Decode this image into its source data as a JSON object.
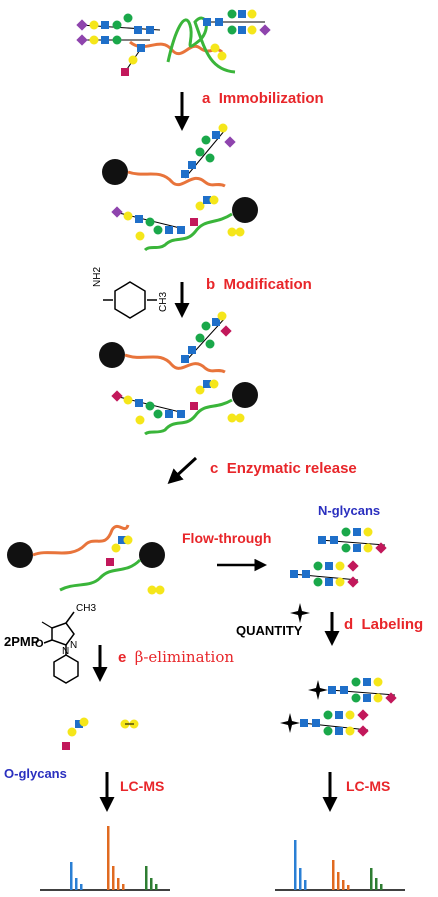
{
  "steps": {
    "a": {
      "letter": "a",
      "label": "Immobilization"
    },
    "b": {
      "letter": "b",
      "label": "Modification"
    },
    "c": {
      "letter": "c",
      "label": "Enzymatic release"
    },
    "d": {
      "letter": "d",
      "label": "Labeling"
    },
    "e": {
      "letter": "e",
      "label": "β-elimination"
    }
  },
  "labels": {
    "flow_through": "Flow-through",
    "n_glycans": "N-glycans",
    "o_glycans": "O-glycans",
    "quantity": "QUANTITY",
    "pmp": "2PMP",
    "lcms_left": "LC-MS",
    "lcms_right": "LC-MS"
  },
  "chem": {
    "nh2": "NH2",
    "ch3_toluidine": "CH3",
    "ch3_pmp": "CH3",
    "o": "O",
    "n1": "N",
    "n2": "N"
  },
  "colors": {
    "peptide_orange": "#e8743b",
    "peptide_green": "#3ab53a",
    "sialic_purple": "#8e44ad",
    "modified_red": "#c2185b",
    "mannose_green": "#1aa84a",
    "glcnac_blue": "#1f6fc9",
    "galactose_yellow": "#f5e61a",
    "bead_black": "#111111",
    "label_red": "#e8262a",
    "label_blue": "#2a2fbf",
    "ms_blue": "#2a7fd4",
    "ms_orange": "#e06a20",
    "ms_green": "#2e7d32"
  }
}
